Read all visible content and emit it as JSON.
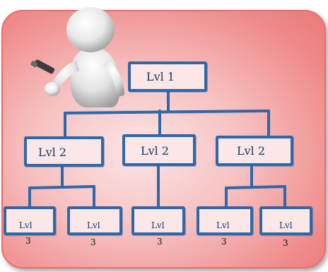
{
  "diagram": {
    "root": {
      "label": "Lvl 1"
    },
    "level2": [
      {
        "label": "Lvl 2"
      },
      {
        "label": "Lvl 2"
      },
      {
        "label": "Lvl 2"
      }
    ],
    "level3": [
      {
        "label": "Lvl",
        "number": "3"
      },
      {
        "label": "Lvl",
        "number": "3"
      },
      {
        "label": "Lvl",
        "number": "3"
      },
      {
        "label": "Lvl",
        "number": "3"
      },
      {
        "label": "Lvl",
        "number": "3"
      }
    ]
  },
  "colors": {
    "connector": "#2f68a6",
    "node_fill": "#fbe7e7",
    "panel": "#f5b2b2"
  },
  "figure": {
    "icon": "presenter-figure-icon"
  }
}
